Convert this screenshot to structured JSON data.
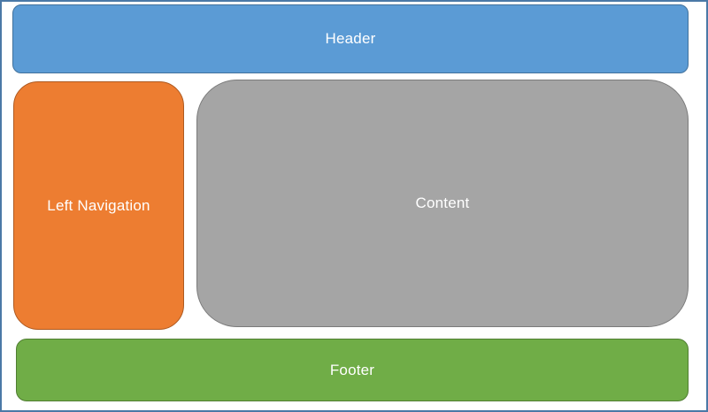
{
  "diagram": {
    "kind": "webpage-layout-wireframe",
    "frame_border_color": "#4b79a6",
    "background_color": "#ffffff",
    "label_text_color": "#ffffff",
    "blocks": [
      {
        "id": "header",
        "label": "Header",
        "fill": "#5B9BD5",
        "border": "#41719C"
      },
      {
        "id": "left-nav",
        "label": "Left Navigation",
        "fill": "#ED7D31",
        "border": "#AE5A21"
      },
      {
        "id": "content",
        "label": "Content",
        "fill": "#A5A5A5",
        "border": "#7B7B7B"
      },
      {
        "id": "footer",
        "label": "Footer",
        "fill": "#70AD47",
        "border": "#507E32"
      }
    ]
  }
}
